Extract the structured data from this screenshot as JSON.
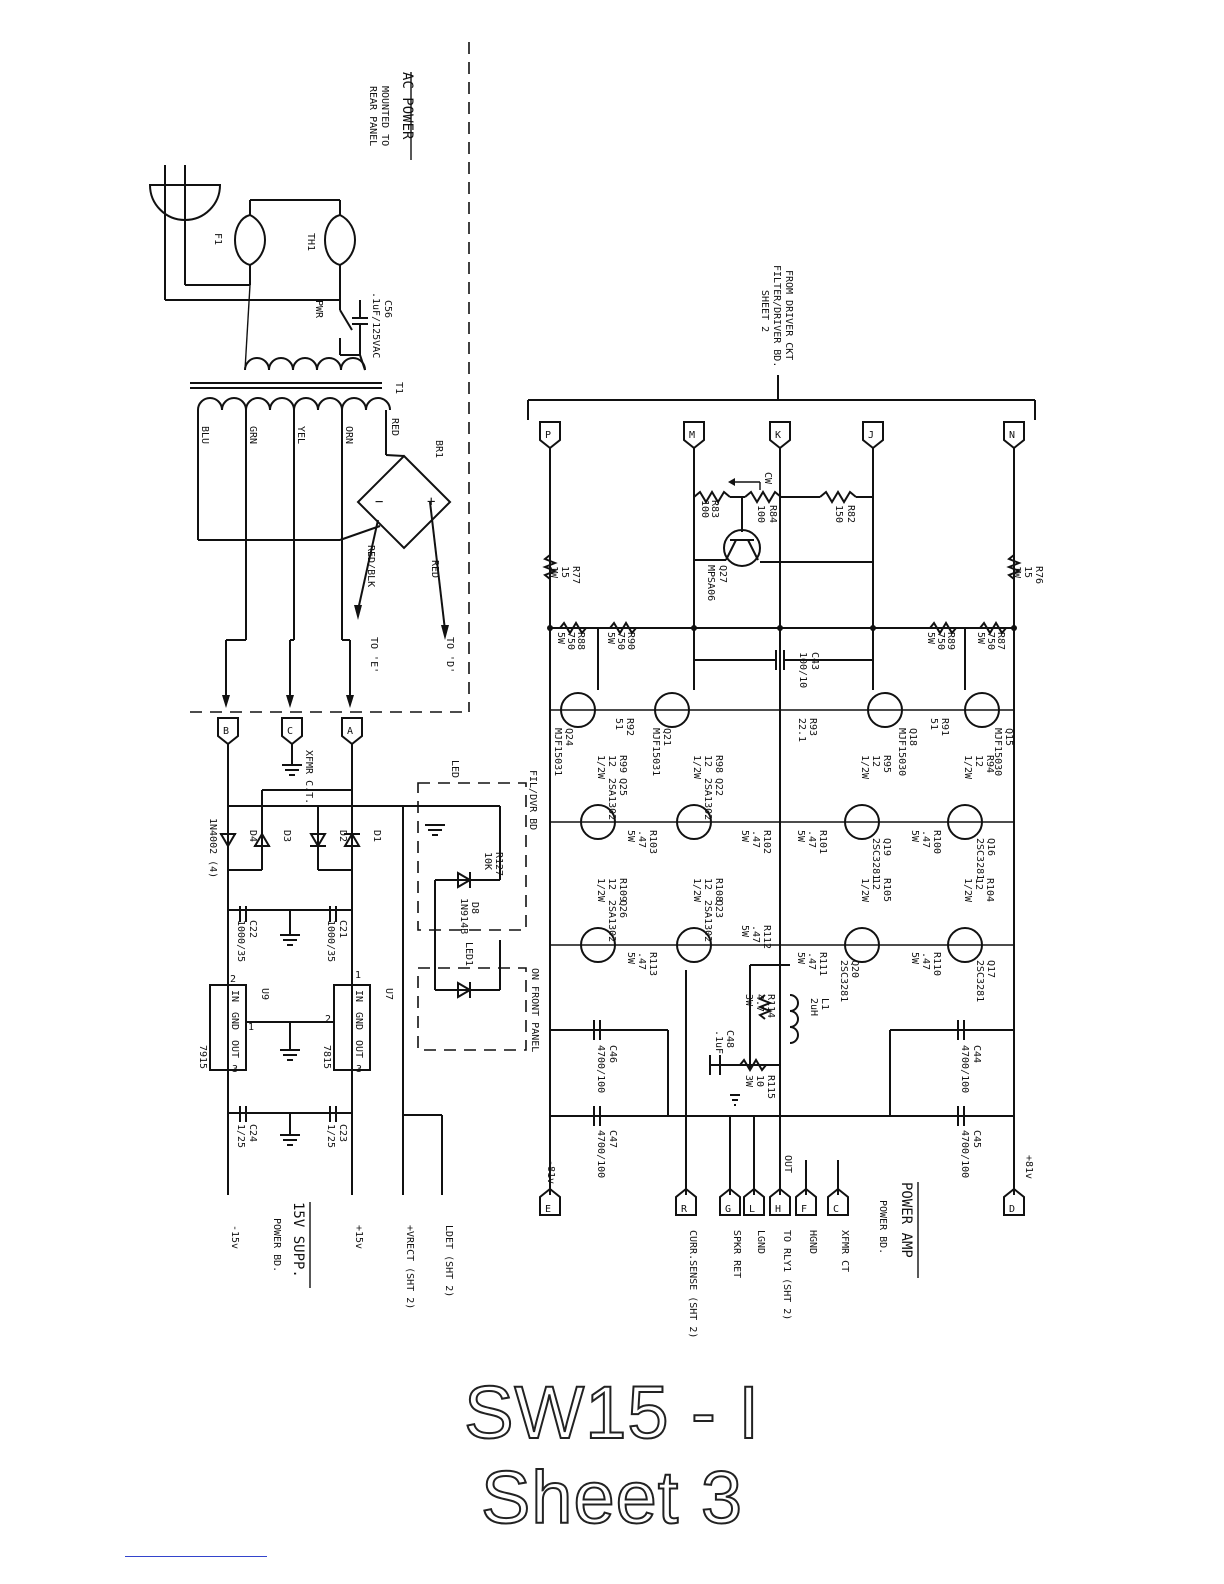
{
  "title": {
    "line1": "SW15 - I",
    "line2": "Sheet 3"
  },
  "ac_power": {
    "heading": "AC POWER",
    "note1": "MOUNTED TO",
    "note2": "REAR PANEL"
  },
  "ac_parts": {
    "f1": "F1",
    "th1": "TH1",
    "pwr": "PWR",
    "c56": "C56",
    "c56_val": ".1uF/125VAC",
    "t1": "T1",
    "br1": "BR1"
  },
  "wires": {
    "red": "RED",
    "orn": "ORN",
    "yel": "YEL",
    "grn": "GRN",
    "blu": "BLU",
    "red_out": "RED",
    "red_blk": "RED/BLK",
    "to_d": "TO 'D'",
    "to_e": "TO 'E'",
    "xfmr_ct": "XFMR C.T."
  },
  "driver_note": {
    "l1": "FROM DRIVER CKT",
    "l2": "FILTER/DRIVER BD.",
    "l3": "SHEET 2"
  },
  "connectors": {
    "P": "P",
    "M": "M",
    "K": "K",
    "J": "J",
    "N": "N",
    "A": "A",
    "B": "B",
    "C": "C",
    "E": "E",
    "R": "R",
    "G": "G",
    "L": "L",
    "H": "H",
    "F": "F",
    "C2": "C",
    "D": "D"
  },
  "bias": {
    "r83": "R83",
    "r83_v": "100",
    "r84": "R84",
    "r84_v": "100",
    "cw": "CW",
    "r82": "R82",
    "r82_v": "150",
    "q27": "Q27",
    "q27_v": "MPSA06"
  },
  "rails_r": {
    "r77": "R77",
    "r77_v1": "15",
    "r77_v2": "1W",
    "r76": "R76",
    "r76_v1": "15",
    "r76_v2": "1W"
  },
  "stage1": [
    {
      "name": "R88",
      "v1": "750",
      "v2": "5W"
    },
    {
      "name": "R90",
      "v1": "750",
      "v2": "5W"
    },
    {
      "name": "R89",
      "v1": "750",
      "v2": "5W"
    },
    {
      "name": "R87",
      "v1": "750",
      "v2": "5W"
    }
  ],
  "c43": {
    "name": "C43",
    "val": "100/10"
  },
  "outputs": [
    {
      "name": "Q24",
      "type": "MJF15031"
    },
    {
      "name": "Q21",
      "type": "MJF15031"
    },
    {
      "name": "Q18",
      "type": "MJF15030"
    },
    {
      "name": "Q15",
      "type": "MJF15030"
    }
  ],
  "stage2r": [
    {
      "name": "R92",
      "val": "51"
    },
    {
      "name": "R93",
      "val": "22.1"
    },
    {
      "name": "R91",
      "val": "51"
    }
  ],
  "emitter_r": [
    {
      "name": "R99",
      "v1": "12",
      "v2": "1/2W"
    },
    {
      "name": "R98",
      "v1": "12",
      "v2": "1/2W"
    },
    {
      "name": "R95",
      "v1": "12",
      "v2": "1/2W"
    },
    {
      "name": "R94",
      "v1": "12",
      "v2": "1/2W"
    },
    {
      "name": "R109",
      "v1": "12",
      "v2": "1/2W"
    },
    {
      "name": "R108",
      "v1": "12",
      "v2": "1/2W"
    },
    {
      "name": "R105",
      "v1": "12",
      "v2": "1/2W"
    },
    {
      "name": "R104",
      "v1": "12",
      "v2": "1/2W"
    }
  ],
  "mid_q": [
    {
      "name": "Q25",
      "type": "2SA1302"
    },
    {
      "name": "Q22",
      "type": "2SA1302"
    },
    {
      "name": "Q19",
      "type": "2SC3281"
    },
    {
      "name": "Q16",
      "type": "2SC3281"
    }
  ],
  "low_q": [
    {
      "name": "Q26",
      "type": "2SA1302"
    },
    {
      "name": "Q23",
      "type": "2SA1302"
    },
    {
      "name": "Q20",
      "type": "2SC3281"
    },
    {
      "name": "Q17",
      "type": "2SC3281"
    }
  ],
  "sense_r_mid": [
    {
      "name": "R103",
      "v1": ".47",
      "v2": "5W"
    },
    {
      "name": "R102",
      "v1": ".47",
      "v2": "5W"
    },
    {
      "name": "R101",
      "v1": ".47",
      "v2": "5W"
    },
    {
      "name": "R100",
      "v1": ".47",
      "v2": "5W"
    }
  ],
  "sense_r_low": [
    {
      "name": "R113",
      "v1": ".47",
      "v2": "5W"
    },
    {
      "name": "R112",
      "v1": ".47",
      "v2": "5W"
    },
    {
      "name": "R111",
      "v1": ".47",
      "v2": "5W"
    },
    {
      "name": "R110",
      "v1": ".47",
      "v2": "5W"
    }
  ],
  "output_net": {
    "l1": "L1",
    "l1_v": "2uH",
    "r114": "R114",
    "r114_v1": "4.7",
    "r114_v2": "3W",
    "c48": "C48",
    "c48_v": ".1uF",
    "r115": "R115",
    "r115_v1": "10",
    "r115_v2": "3W",
    "out": "OUT"
  },
  "caps_big": [
    {
      "name": "C46",
      "val": "4700/100"
    },
    {
      "name": "C47",
      "val": "4700/100"
    },
    {
      "name": "C44",
      "val": "4700/100"
    },
    {
      "name": "C45",
      "val": "4700/100"
    }
  ],
  "rails": {
    "neg81": "-81v",
    "pos81": "+81v"
  },
  "bottom_labels": {
    "curr": "CURR.SENSE (SHT 2)",
    "spkr": "SPKR RET",
    "lgnd": "LGND",
    "rly": "TO RLY1 (SHT 2)",
    "hgnd": "HGND",
    "xfmr": "XFMR CT"
  },
  "power_amp": {
    "heading": "POWER AMP",
    "sub": "POWER BD."
  },
  "led_board": {
    "fil": "FIL/DVR BD",
    "led": "LED",
    "r127": "R127",
    "r127_v": "10K",
    "d8": "D8",
    "d8_v": "1N914B",
    "led1": "LED1",
    "front": "ON FRONT PANEL"
  },
  "supply": {
    "d1": "D1",
    "d2": "D2",
    "d3": "D3",
    "d4": "D4",
    "diodes": "1N4002 (4)",
    "c21": "C21",
    "c21_v": "1000/35",
    "c22": "C22",
    "c22_v": "1000/35",
    "u7": "U7",
    "u7_t": "7815",
    "u9": "U9",
    "u9_t": "7915",
    "in": "IN",
    "gnd": "GND",
    "out": "OUT",
    "c23": "C23",
    "c23_v": "1/25",
    "c24": "C24",
    "c24_v": "1/25",
    "pos15": "+15v",
    "neg15": "-15v",
    "vrect": "+VRECT (SHT 2)",
    "ldet": "LDET (SHT 2)",
    "pin1": "1",
    "pin2": "2",
    "pin3": "3",
    "heading": "15V SUPP.",
    "sub": "POWER BD."
  }
}
